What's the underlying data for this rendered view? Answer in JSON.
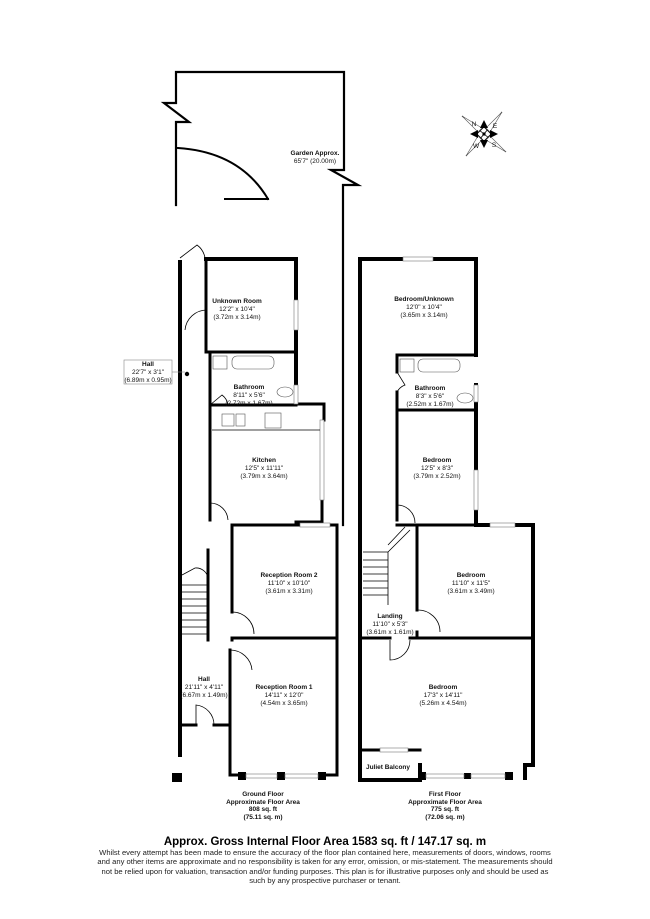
{
  "garden": {
    "label": "Garden Approx.",
    "dims": "65'7\" (20.00m)"
  },
  "ground_floor": {
    "rooms": [
      {
        "name": "Unknown Room",
        "imperial": "12'2\" x 10'4\"",
        "metric": "(3.72m x 3.14m)"
      },
      {
        "name": "Bathroom",
        "imperial": "8'11\" x 5'6\"",
        "metric": "(2.72m x 1.67m)"
      },
      {
        "name": "Kitchen",
        "imperial": "12'5\" x 11'11\"",
        "metric": "(3.79m x 3.64m)"
      },
      {
        "name": "Reception Room 2",
        "imperial": "11'10\" x 10'10\"",
        "metric": "(3.61m x 3.31m)"
      },
      {
        "name": "Hall",
        "imperial": "21'11\" x 4'11\"",
        "metric": "(6.67m x 1.49m)"
      },
      {
        "name": "Reception Room 1",
        "imperial": "14'11\" x 12'0\"",
        "metric": "(4.54m x 3.65m)"
      }
    ],
    "side_hall": {
      "name": "Hall",
      "imperial": "22'7\" x 3'1\"",
      "metric": "(6.89m x 0.95m)"
    },
    "caption": {
      "floor": "Ground Floor",
      "area_label": "Approximate Floor Area",
      "sqft": "808 sq. ft",
      "sqm": "(75.11 sq. m)"
    }
  },
  "first_floor": {
    "rooms": [
      {
        "name": "Bedroom/Unknown",
        "imperial": "12'0\" x 10'4\"",
        "metric": "(3.65m x 3.14m)"
      },
      {
        "name": "Bathroom",
        "imperial": "8'3\" x 5'6\"",
        "metric": "(2.52m x 1.67m)"
      },
      {
        "name": "Bedroom",
        "imperial": "12'5\" x 8'3\"",
        "metric": "(3.79m x 2.52m)"
      },
      {
        "name": "Bedroom",
        "imperial": "11'10\" x 11'5\"",
        "metric": "(3.61m x 3.49m)"
      },
      {
        "name": "Landing",
        "imperial": "11'10\" x 5'3\"",
        "metric": "(3.61m x 1.61m)"
      },
      {
        "name": "Bedroom",
        "imperial": "17'3\" x 14'11\"",
        "metric": "(5.26m x 4.54m)"
      }
    ],
    "balcony": "Juliet Balcony",
    "caption": {
      "floor": "First Floor",
      "area_label": "Approximate Floor Area",
      "sqft": "775 sq. ft",
      "sqm": "(72.06 sq. m)"
    }
  },
  "compass": {
    "icon": "compass-rose-icon",
    "letters": [
      "N",
      "S",
      "E",
      "W"
    ]
  },
  "footer": {
    "title": "Approx. Gross Internal Floor Area 1583 sq. ft / 147.17 sq. m",
    "disclaimer": "Whilst every attempt has been made to ensure the accuracy of the floor plan contained here, measurements of doors, windows, rooms and any other items are approximate and no responsibility is taken for any error, omission, or mis-statement. The measurements should not be relied upon for valuation, transaction and/or funding purposes. This plan is for illustrative purposes only and should be used as such by any prospective purchaser or tenant."
  }
}
